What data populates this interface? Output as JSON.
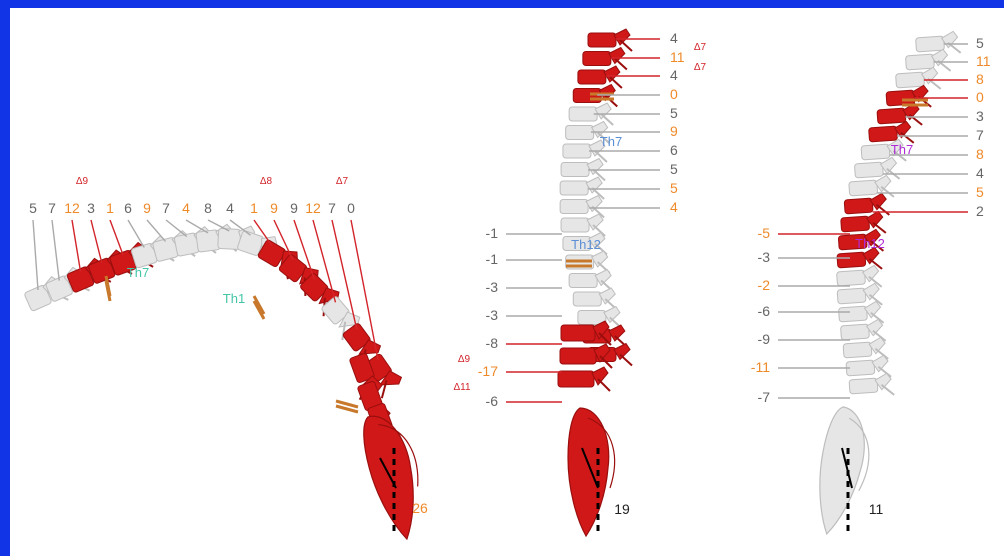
{
  "colors": {
    "frame": "#1034e6",
    "bone": "#e6e6e6",
    "bone_shadow": "#bdbdbd",
    "red_vertebra": "#d01818",
    "red_dark": "#9a0e0e",
    "gray_label": "#666666",
    "orange_label": "#ee8a2a",
    "red_label": "#d2242a",
    "blue_label": "#5b8fd6",
    "teal_label": "#43c6a8",
    "purple_label": "#b02ad8",
    "disc_mark": "#c8782a"
  },
  "panel_1": {
    "top_labels": [
      {
        "text": "5",
        "color": "gray"
      },
      {
        "text": "7",
        "color": "gray"
      },
      {
        "text": "12",
        "color": "orange"
      },
      {
        "text": "3",
        "color": "gray"
      },
      {
        "text": "1",
        "color": "orange"
      },
      {
        "text": "6",
        "color": "gray"
      },
      {
        "text": "9",
        "color": "orange"
      },
      {
        "text": "7",
        "color": "gray"
      },
      {
        "text": "4",
        "color": "orange"
      },
      {
        "text": "8",
        "color": "gray"
      },
      {
        "text": "4",
        "color": "gray"
      },
      {
        "text": "1",
        "color": "orange"
      },
      {
        "text": "9",
        "color": "orange"
      },
      {
        "text": "9",
        "color": "gray"
      },
      {
        "text": "12",
        "color": "orange"
      },
      {
        "text": "7",
        "color": "gray"
      },
      {
        "text": "0",
        "color": "gray"
      }
    ],
    "deltas": [
      "Δ9",
      "Δ8",
      "Δ7"
    ],
    "level_labels": [
      "Th7",
      "Th1"
    ],
    "end_number": "26"
  },
  "panel_2": {
    "right_labels": [
      {
        "text": "4",
        "color": "gray"
      },
      {
        "text": "11",
        "color": "orange"
      },
      {
        "text": "4",
        "color": "gray"
      },
      {
        "text": "0",
        "color": "orange"
      },
      {
        "text": "5",
        "color": "gray"
      },
      {
        "text": "9",
        "color": "orange"
      },
      {
        "text": "6",
        "color": "gray"
      },
      {
        "text": "5",
        "color": "gray"
      },
      {
        "text": "5",
        "color": "orange"
      },
      {
        "text": "4",
        "color": "orange"
      }
    ],
    "right_deltas": [
      "Δ7",
      "Δ7"
    ],
    "left_labels": [
      {
        "text": "-1",
        "color": "gray"
      },
      {
        "text": "-1",
        "color": "gray"
      },
      {
        "text": "-3",
        "color": "gray"
      },
      {
        "text": "-3",
        "color": "gray"
      },
      {
        "text": "-8",
        "color": "gray"
      },
      {
        "text": "-17",
        "color": "orange"
      },
      {
        "text": "-6",
        "color": "gray"
      }
    ],
    "left_deltas": [
      "Δ9",
      "Δ11"
    ],
    "level_labels": [
      "Th7",
      "Th12"
    ],
    "end_number": "19"
  },
  "panel_3": {
    "right_labels": [
      {
        "text": "5",
        "color": "gray"
      },
      {
        "text": "11",
        "color": "orange"
      },
      {
        "text": "8",
        "color": "orange"
      },
      {
        "text": "0",
        "color": "orange"
      },
      {
        "text": "3",
        "color": "gray"
      },
      {
        "text": "7",
        "color": "gray"
      },
      {
        "text": "8",
        "color": "orange"
      },
      {
        "text": "4",
        "color": "gray"
      },
      {
        "text": "5",
        "color": "orange"
      },
      {
        "text": "2",
        "color": "gray"
      }
    ],
    "left_labels": [
      {
        "text": "-5",
        "color": "orange"
      },
      {
        "text": "-3",
        "color": "gray"
      },
      {
        "text": "-2",
        "color": "orange"
      },
      {
        "text": "-6",
        "color": "gray"
      },
      {
        "text": "-9",
        "color": "gray"
      },
      {
        "text": "-11",
        "color": "orange"
      },
      {
        "text": "-7",
        "color": "gray"
      }
    ],
    "level_labels": [
      "Th7",
      "Th12"
    ],
    "end_number": "11"
  }
}
